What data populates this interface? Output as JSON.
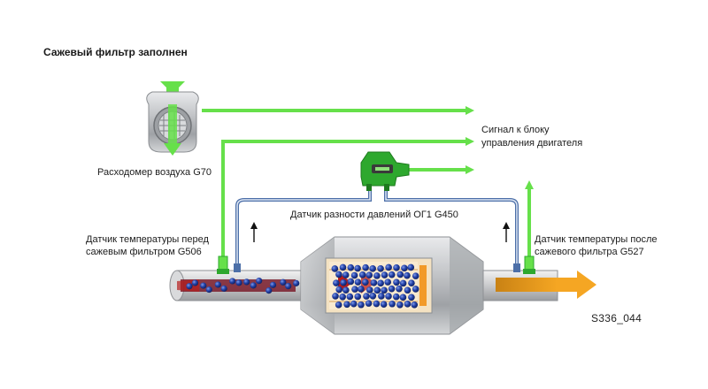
{
  "title": "Сажевый фильтр заполнен",
  "labels": {
    "air_flow_meter": "Расходомер воздуха G70",
    "signal_line1": "Сигнал к блоку",
    "signal_line2": "управления двигателя",
    "pressure_sensor": "Датчик разности давлений ОГ1 G450",
    "temp_before_line1": "Датчик температуры перед",
    "temp_before_line2": "сажевым фильтром G506",
    "temp_after_line1": "Датчик температуры после",
    "temp_after_line2": "сажевого фильтра G527"
  },
  "figure_code": "S336_044",
  "colors": {
    "signal_green": "#66e04a",
    "sensor_green": "#2ea82e",
    "pipe_blue": "#4c6fa8",
    "soot_blue": "#1f3a9a",
    "exhaust_orange": "#f0a020",
    "metal": "#b9bcc0"
  },
  "icons": {
    "arrow": "arrow-right-icon",
    "flow": "flow-arrow-icon"
  }
}
